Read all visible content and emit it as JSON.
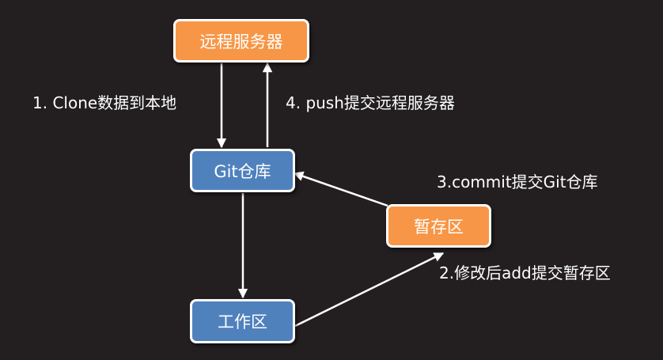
{
  "nodes": {
    "remote": {
      "label": "远程服务器",
      "color": "#f79646"
    },
    "repo": {
      "label": "Git仓库",
      "color": "#4f81bd"
    },
    "staging": {
      "label": "暂存区",
      "color": "#f79646"
    },
    "workspace": {
      "label": "工作区",
      "color": "#4f81bd"
    }
  },
  "edges": {
    "clone": "1. Clone数据到本地",
    "push": "4. push提交远程服务器",
    "commit": "3.commit提交Git仓库",
    "add": "2.修改后add提交暂存区"
  },
  "colors": {
    "background": "#231f20",
    "arrow": "#ffffff",
    "text": "#ffffff"
  }
}
